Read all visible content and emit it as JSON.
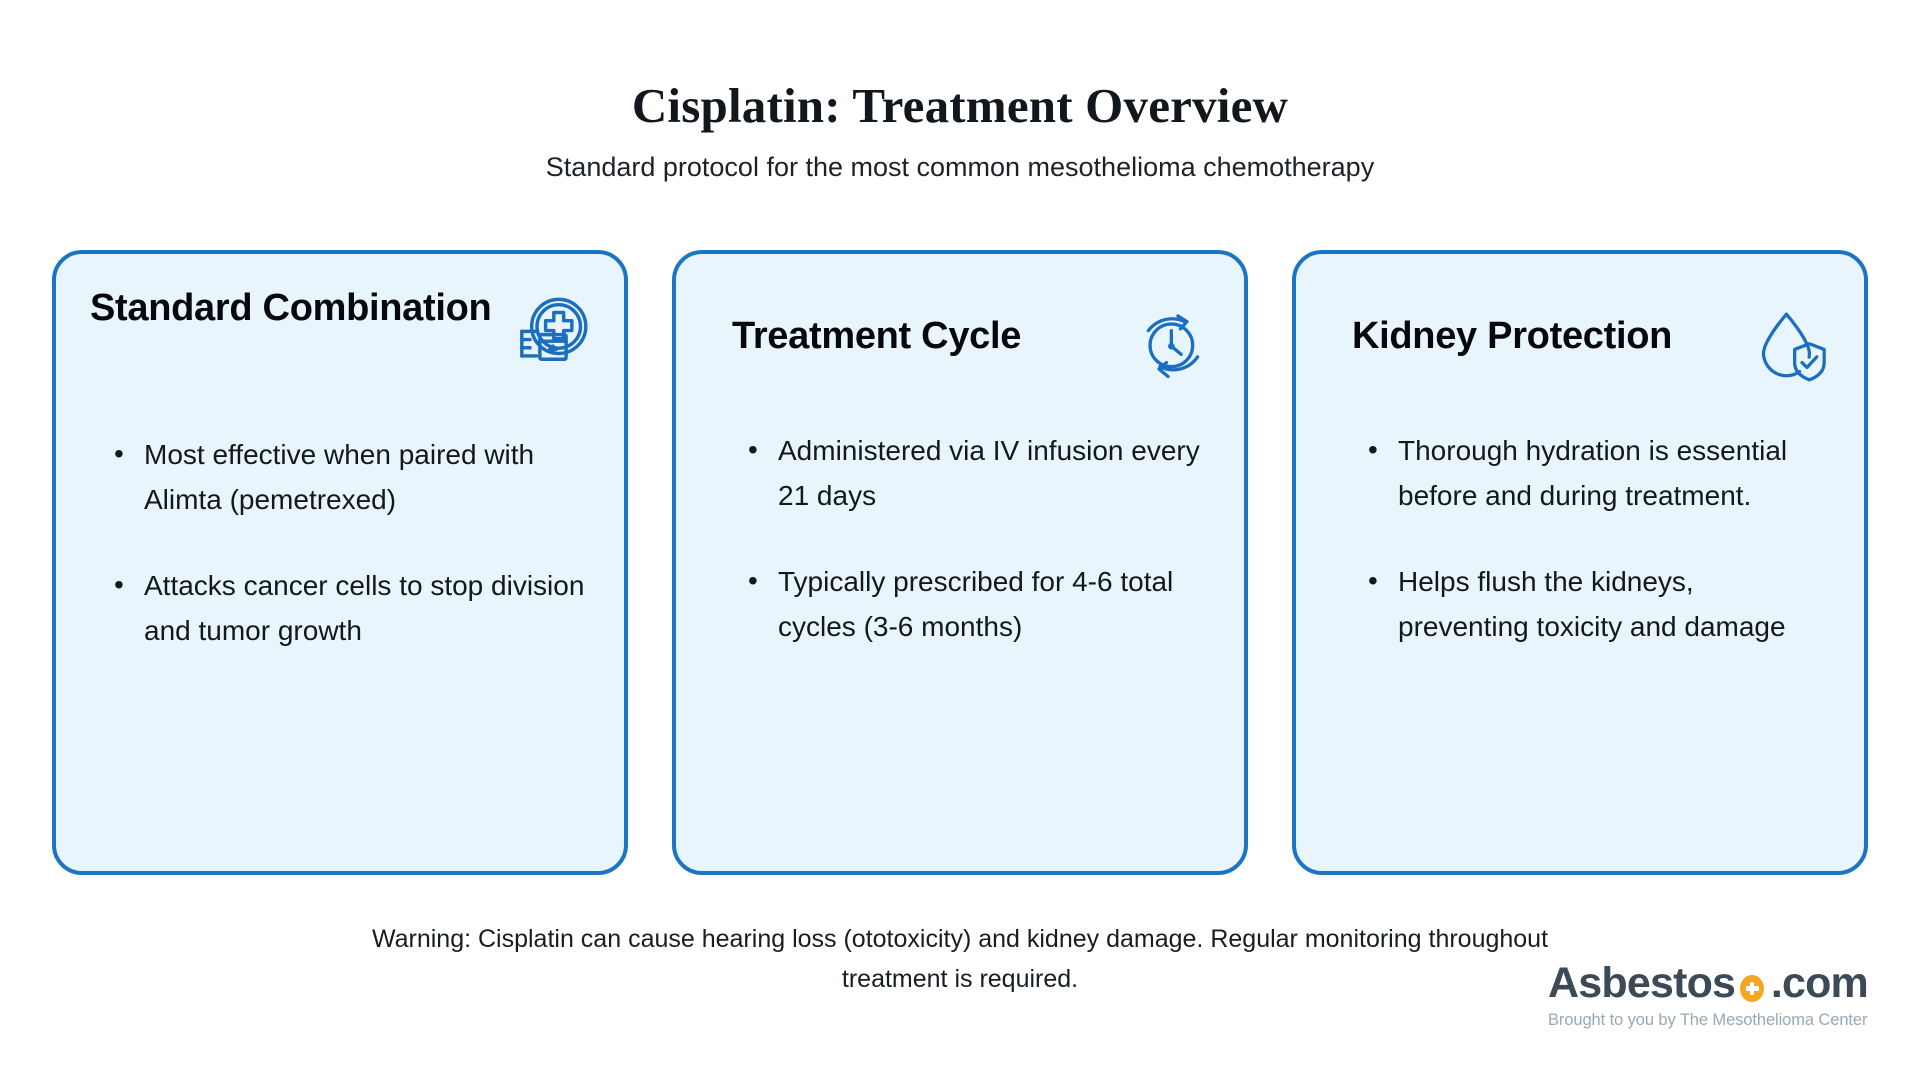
{
  "header": {
    "title": "Cisplatin: Treatment Overview",
    "subtitle": "Standard protocol for the most common mesothelioma chemotherapy"
  },
  "colors": {
    "card_border": "#1a76c4",
    "card_background": "#e9f5fd",
    "icon_blue": "#1a6fc0",
    "logo_text": "#3b4a56",
    "logo_accent": "#f5a623",
    "logo_tagline": "#9aa8b4",
    "page_background": "#ffffff"
  },
  "cards": [
    {
      "title": "Standard Combination",
      "icon": "medical-cross-circle-icon",
      "bullets": [
        "Most effective when paired with Alimta (pemetrexed)",
        "Attacks cancer cells to stop division and tumor growth"
      ]
    },
    {
      "title": "Treatment Cycle",
      "icon": "clock-cycle-icon",
      "bullets": [
        "Administered via IV infusion every 21 days",
        "Typically prescribed for 4-6 total cycles (3-6 months)"
      ]
    },
    {
      "title": "Kidney Protection",
      "icon": "water-drop-shield-check-icon",
      "bullets": [
        "Thorough hydration is essential before and during treatment.",
        "Helps flush the kidneys, preventing toxicity and damage"
      ]
    }
  ],
  "footer": {
    "warning": "Warning: Cisplatin can cause hearing loss (ototoxicity) and kidney damage. Regular monitoring throughout treatment is required."
  },
  "logo": {
    "brand": "Asbestos",
    "suffix": ".com",
    "plus_icon": "plus-badge-icon",
    "tagline": "Brought to you by The Mesothelioma Center"
  }
}
